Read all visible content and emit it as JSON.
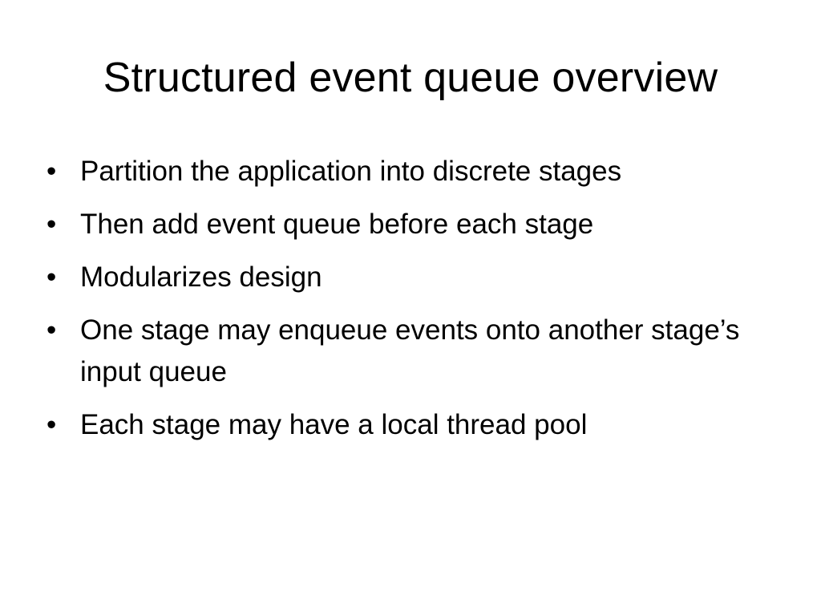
{
  "slide": {
    "title": "Structured event queue overview",
    "bullet_glyph": "•",
    "bullets": [
      "Partition the application into discrete stages",
      "Then add event queue before each stage",
      "Modularizes design",
      "One stage may enqueue events onto another stage’s input queue",
      "Each stage may have a local thread pool"
    ]
  }
}
